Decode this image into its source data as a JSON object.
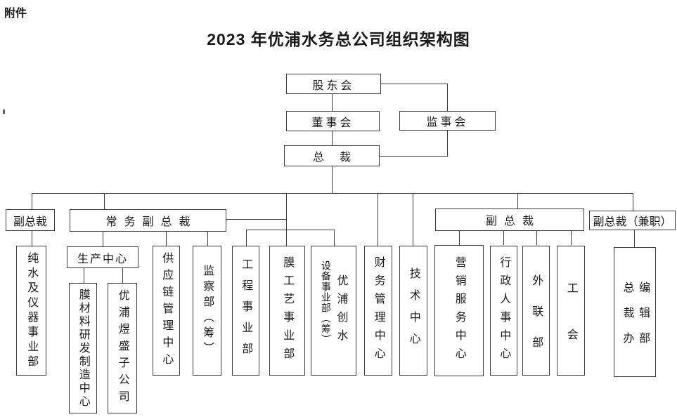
{
  "page": {
    "attachment_label": "附件",
    "title": "2023 年优浦水务总公司组织架构图"
  },
  "colors": {
    "line": "#3c3c3c",
    "background": "#ffffff",
    "text": "#1a1a1a"
  },
  "nodes": {
    "shareholders": {
      "label": "股东会"
    },
    "board": {
      "label": "董事会"
    },
    "supervisory": {
      "label": "监事会"
    },
    "president": {
      "label": "总裁"
    },
    "vp_left": {
      "label": "副总裁"
    },
    "evp": {
      "label": "常务副总裁"
    },
    "vp_right": {
      "label": "副总裁"
    },
    "vp_parttime": {
      "label": "副总裁（兼职）"
    },
    "pure_water": {
      "label": "纯水及仪器事业部"
    },
    "production_center": {
      "label": "生产中心"
    },
    "membrane_rd": {
      "label": "膜材料研发制造中心"
    },
    "yupu_yusheng": {
      "label": "优浦煜盛子公司"
    },
    "supply_chain": {
      "label": "供应链管理中心"
    },
    "supervision_dept": {
      "label": "监察部（筹）"
    },
    "engineering": {
      "label": "工程事业部"
    },
    "membrane_process": {
      "label": "膜工艺事业部"
    },
    "equipment_dept": {
      "label_left": "设备事业部（筹）",
      "label_right": "优浦创水"
    },
    "finance": {
      "label": "财务管理中心"
    },
    "technology": {
      "label": "技术中心"
    },
    "marketing": {
      "label": "营销服务中心"
    },
    "hr_admin": {
      "label": "行政人事中心"
    },
    "external_relations": {
      "label": "外联部"
    },
    "labor_union": {
      "label": "工会"
    },
    "president_office": {
      "label_left": "总裁办",
      "label_right": "编辑部"
    }
  }
}
